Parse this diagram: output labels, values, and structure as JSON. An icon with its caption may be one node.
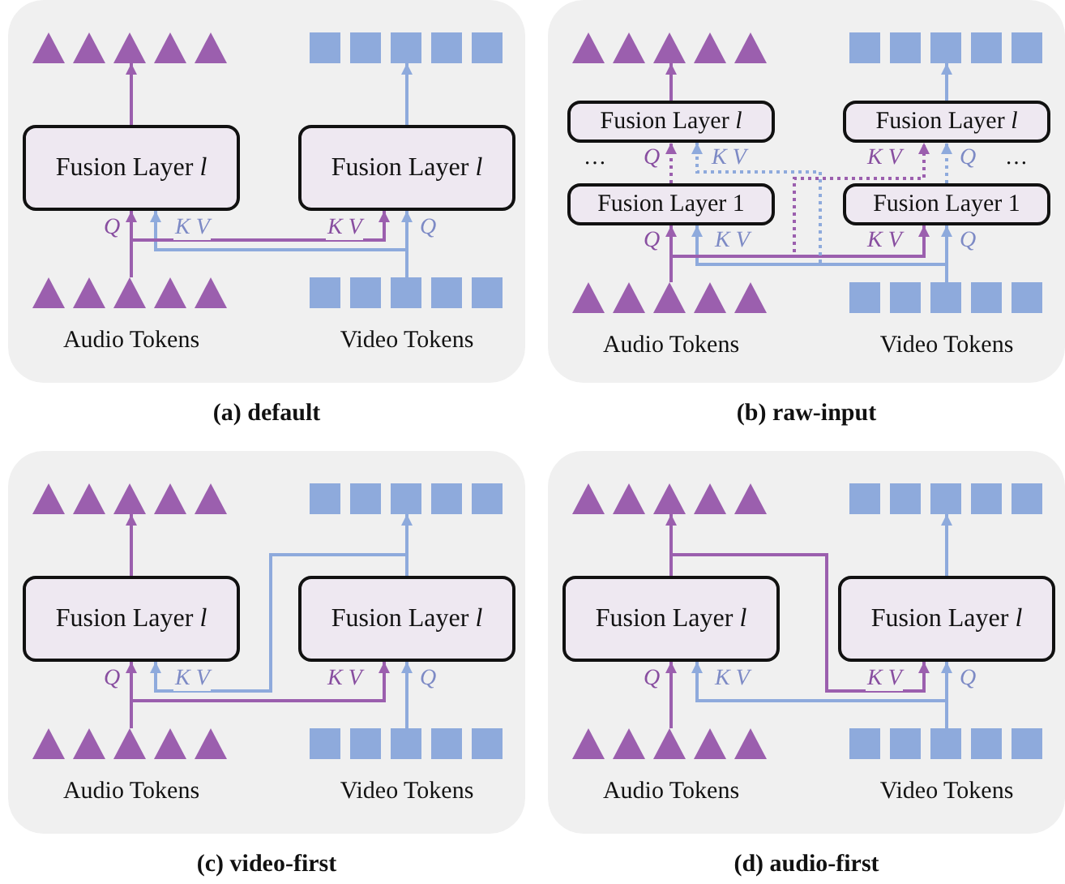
{
  "diagram": {
    "nodes": [
      {
        "text": [],
        "shape": "box",
        "beside": [
          "(a) default"
        ]
      },
      {
        "text": [],
        "shape": "picture",
        "in": 0
      },
      {
        "text": [],
        "shape": "picture",
        "in": 0
      },
      {
        "text": [
          "Fusion Layer *l*"
        ],
        "in": 0
      },
      {
        "text": [
          "Fusion Layer *l*"
        ],
        "in": 0
      },
      {
        "text": [
          "Audio Tokens"
        ],
        "in": 0
      },
      {
        "text": [
          "Video Tokens"
        ],
        "in": 0
      },
      {
        "text": [],
        "shape": "box",
        "beside": [
          "(b) raw-input"
        ]
      },
      {
        "text": [],
        "shape": "picture",
        "in": 7
      },
      {
        "text": [],
        "shape": "picture",
        "in": 7
      },
      {
        "text": [
          "Fusion Layer *l*"
        ],
        "in": 7
      },
      {
        "text": [
          "Fusion Layer *l*"
        ],
        "in": 7
      },
      {
        "text": [
          "Fusion Layer 1"
        ],
        "in": 7
      },
      {
        "text": [
          "Fusion Layer 1"
        ],
        "in": 7
      },
      {
        "text": [
          "Audio Tokens"
        ],
        "in": 7
      },
      {
        "text": [
          "Video Tokens"
        ],
        "in": 7
      },
      {
        "text": [],
        "shape": "box",
        "beside": [
          "(c) video-first"
        ]
      },
      {
        "text": [],
        "shape": "picture",
        "in": 16
      },
      {
        "text": [],
        "shape": "picture",
        "in": 16
      },
      {
        "text": [
          "Fusion Layer *l*"
        ],
        "in": 16
      },
      {
        "text": [
          "Fusion Layer *l*"
        ],
        "in": 16
      },
      {
        "text": [
          "Audio Tokens"
        ],
        "in": 16
      },
      {
        "text": [
          "Video Tokens"
        ],
        "in": 16
      },
      {
        "text": [],
        "shape": "box",
        "beside": [
          "(d) audio-first"
        ]
      },
      {
        "text": [],
        "shape": "picture",
        "in": 23
      },
      {
        "text": [],
        "shape": "picture",
        "in": 23
      },
      {
        "text": [
          "Fusion Layer *l*"
        ],
        "in": 23
      },
      {
        "text": [
          "Fusion Layer *l*"
        ],
        "in": 23
      },
      {
        "text": [
          "Audio Tokens"
        ],
        "in": 23
      },
      {
        "text": [
          "Video Tokens"
        ],
        "in": 23
      }
    ],
    "edges": [
      {
        "from": 3,
        "to": 1,
        "arrow": "to",
        "color": "#9b5fae"
      },
      {
        "from": 4,
        "to": 2,
        "arrow": "to",
        "color": "#8eaadc"
      },
      {
        "from": 5,
        "to": 3,
        "arrow": "to",
        "label": "Q",
        "color": "#9b5fae"
      },
      {
        "from": 6,
        "to": 3,
        "arrow": "to",
        "label": "K V",
        "color": "#8eaadc"
      },
      {
        "from": 5,
        "to": 4,
        "arrow": "to",
        "label": "K V",
        "color": "#9b5fae"
      },
      {
        "from": 6,
        "to": 4,
        "arrow": "to",
        "label": "Q",
        "color": "#8eaadc"
      },
      {
        "from": 10,
        "to": 8,
        "arrow": "to",
        "color": "#9b5fae"
      },
      {
        "from": 11,
        "to": 9,
        "arrow": "to",
        "color": "#8eaadc"
      },
      {
        "from": 14,
        "to": 12,
        "arrow": "to",
        "label": "Q",
        "color": "#9b5fae"
      },
      {
        "from": 15,
        "to": 12,
        "arrow": "to",
        "label": "K V",
        "color": "#8eaadc"
      },
      {
        "from": 14,
        "to": 13,
        "arrow": "to",
        "label": "K V",
        "color": "#9b5fae"
      },
      {
        "from": 15,
        "to": 13,
        "arrow": "to",
        "label": "Q",
        "color": "#8eaadc"
      },
      {
        "from": 12,
        "to": 10,
        "arrow": "to",
        "label": "Q",
        "style": "dashed",
        "color": "#9b5fae"
      },
      {
        "from": 15,
        "to": 10,
        "arrow": "to",
        "label": "K V",
        "style": "dashed",
        "color": "#8eaadc"
      },
      {
        "from": 14,
        "to": 11,
        "arrow": "to",
        "label": "K V",
        "style": "dashed",
        "color": "#9b5fae"
      },
      {
        "from": 13,
        "to": 11,
        "arrow": "to",
        "label": "Q",
        "style": "dashed",
        "color": "#8eaadc"
      },
      {
        "from": 19,
        "to": 17,
        "arrow": "to",
        "color": "#9b5fae"
      },
      {
        "from": 20,
        "to": 18,
        "arrow": "to",
        "color": "#8eaadc"
      },
      {
        "from": 21,
        "to": 19,
        "arrow": "to",
        "label": "Q",
        "color": "#9b5fae"
      },
      {
        "from": 20,
        "to": 19,
        "arrow": "to",
        "label": "K V",
        "color": "#8eaadc"
      },
      {
        "from": 21,
        "to": 20,
        "arrow": "to",
        "label": "K V",
        "color": "#9b5fae"
      },
      {
        "from": 22,
        "to": 20,
        "arrow": "to",
        "label": "Q",
        "color": "#8eaadc"
      },
      {
        "from": 26,
        "to": 24,
        "arrow": "to",
        "color": "#9b5fae"
      },
      {
        "from": 27,
        "to": 25,
        "arrow": "to",
        "color": "#8eaadc"
      },
      {
        "from": 28,
        "to": 26,
        "arrow": "to",
        "label": "Q",
        "color": "#9b5fae"
      },
      {
        "from": 29,
        "to": 26,
        "arrow": "to",
        "label": "K V",
        "color": "#8eaadc"
      },
      {
        "from": 26,
        "to": 27,
        "arrow": "to",
        "label": "K V",
        "color": "#9b5fae"
      },
      {
        "from": 29,
        "to": 27,
        "arrow": "to",
        "label": "Q",
        "color": "#8eaadc"
      }
    ],
    "labels": [
      "…",
      "…"
    ]
  }
}
